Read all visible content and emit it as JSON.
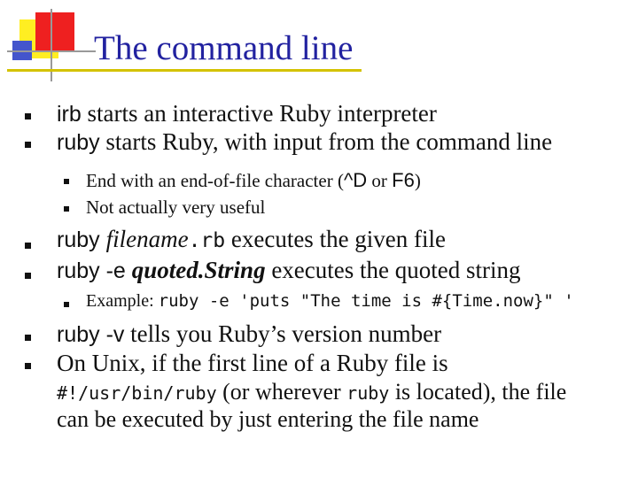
{
  "slide": {
    "title": "The command line",
    "bullets": {
      "irb": {
        "cmd": "irb",
        "text": " starts an interactive Ruby interpreter"
      },
      "ruby": {
        "cmd": "ruby",
        "text": " starts Ruby, with input from the command line"
      },
      "eof": {
        "pre": "End with an end-of-file character (",
        "k1": "^D",
        "mid": " or ",
        "k2": "F6",
        "post": ")"
      },
      "useful": {
        "text": "Not actually very useful"
      },
      "file": {
        "cmd": "ruby ",
        "arg": "filename",
        "ext": ".rb",
        "text": " executes the given file"
      },
      "quoted": {
        "cmd": "ruby -e ",
        "arg": "quoted",
        "ext": ".",
        "arg2": "String",
        "text": " executes the quoted string"
      },
      "example": {
        "label": "Example: ",
        "code": "ruby -e 'puts \"The time is #{Time.now}\" '"
      },
      "version": {
        "cmd": "ruby -v",
        "text": " tells you Ruby’s version number"
      },
      "unix": {
        "text1": "On Unix, if the first line of a Ruby file is",
        "code1": "#!/usr/bin/ruby",
        "text2": " (or wherever ",
        "code2": "ruby",
        "text3": " is located), the file",
        "text4": "can be executed by just entering the file name"
      }
    }
  },
  "colors": {
    "title": "#2222a0",
    "logo_red": "#ee2020",
    "logo_yellow": "#ffee22",
    "logo_blue": "#4455cc",
    "logo_grey": "#999999",
    "rule": "#d4c200"
  }
}
